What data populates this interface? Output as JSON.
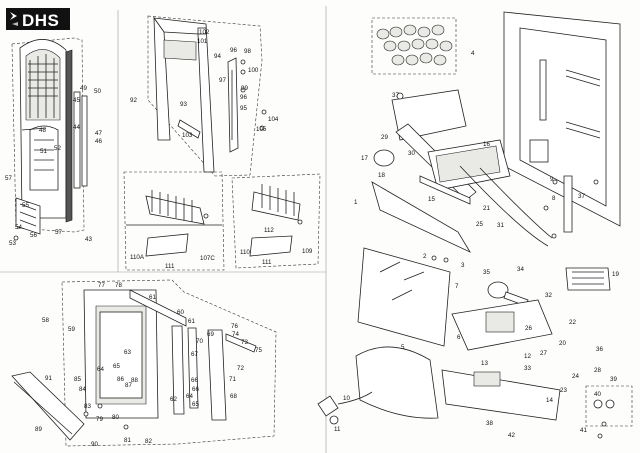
{
  "brand": {
    "name": "DHS"
  },
  "panels": [
    {
      "id": "panel-cast-front",
      "labels": [
        "57",
        "55",
        "54",
        "56",
        "53",
        "57",
        "43",
        "45",
        "44",
        "47",
        "46",
        "49",
        "50",
        "48",
        "51",
        "52"
      ]
    },
    {
      "id": "panel-frame",
      "labels": [
        "102",
        "101",
        "94",
        "98",
        "96",
        "100",
        "97",
        "99",
        "96",
        "95",
        "92",
        "93",
        "103",
        "105",
        "104"
      ]
    },
    {
      "id": "panel-fuel-beds",
      "labels": [
        "110A",
        "111",
        "107C",
        "110",
        "111",
        "112",
        "109"
      ]
    },
    {
      "id": "panel-surround",
      "labels": [
        "58",
        "77",
        "78",
        "61",
        "60",
        "59",
        "63",
        "64",
        "65",
        "66",
        "67",
        "85",
        "84",
        "86",
        "88",
        "87",
        "83",
        "79",
        "80",
        "91",
        "89",
        "81",
        "82",
        "90",
        "62",
        "61",
        "64",
        "65",
        "66",
        "68",
        "71",
        "72",
        "73",
        "74",
        "75",
        "76",
        "70",
        "69"
      ]
    },
    {
      "id": "panel-electrical",
      "labels": [
        "4",
        "37",
        "29",
        "30",
        "16",
        "17",
        "18",
        "1",
        "15",
        "21",
        "25",
        "31",
        "2",
        "3",
        "34",
        "35",
        "7",
        "8",
        "9",
        "37",
        "19",
        "32",
        "22",
        "20",
        "26",
        "36",
        "27",
        "6",
        "5",
        "12",
        "13",
        "33",
        "24",
        "23",
        "28",
        "10",
        "14",
        "11",
        "39",
        "38",
        "42",
        "40",
        "41"
      ]
    }
  ]
}
